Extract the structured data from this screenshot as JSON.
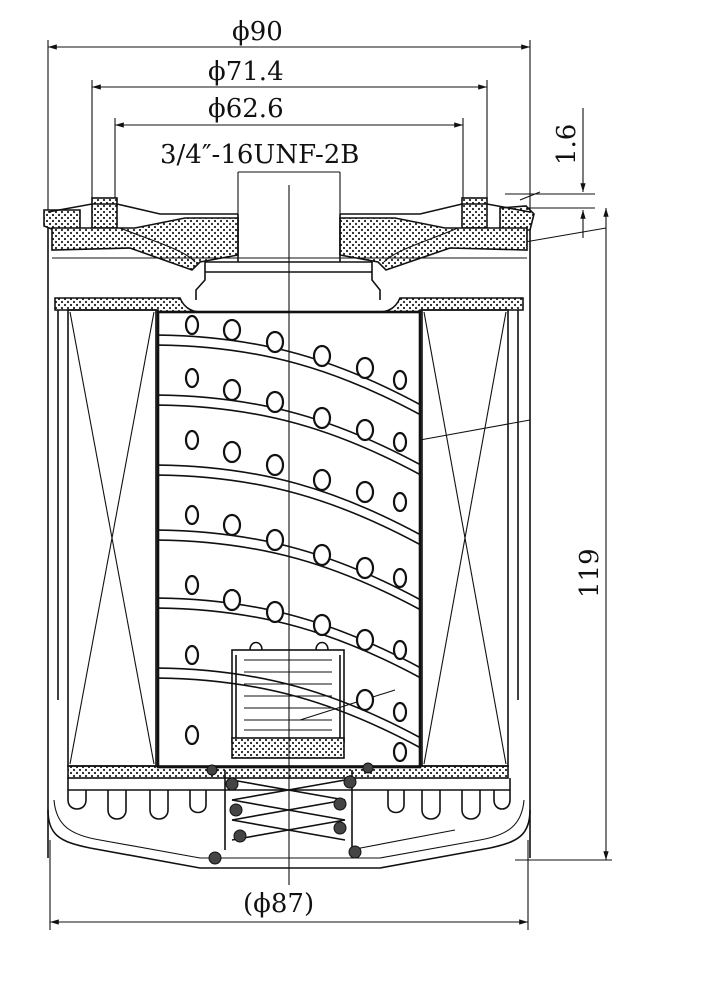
{
  "dimensions": {
    "outer_diameter": "ϕ90",
    "gasket_outer_diameter": "ϕ71.4",
    "gasket_inner_diameter": "ϕ62.6",
    "thread": "3/4″-16UNF-2B",
    "gasket_thickness": "1.6",
    "height": "119",
    "base_diameter": "(ϕ87)"
  }
}
